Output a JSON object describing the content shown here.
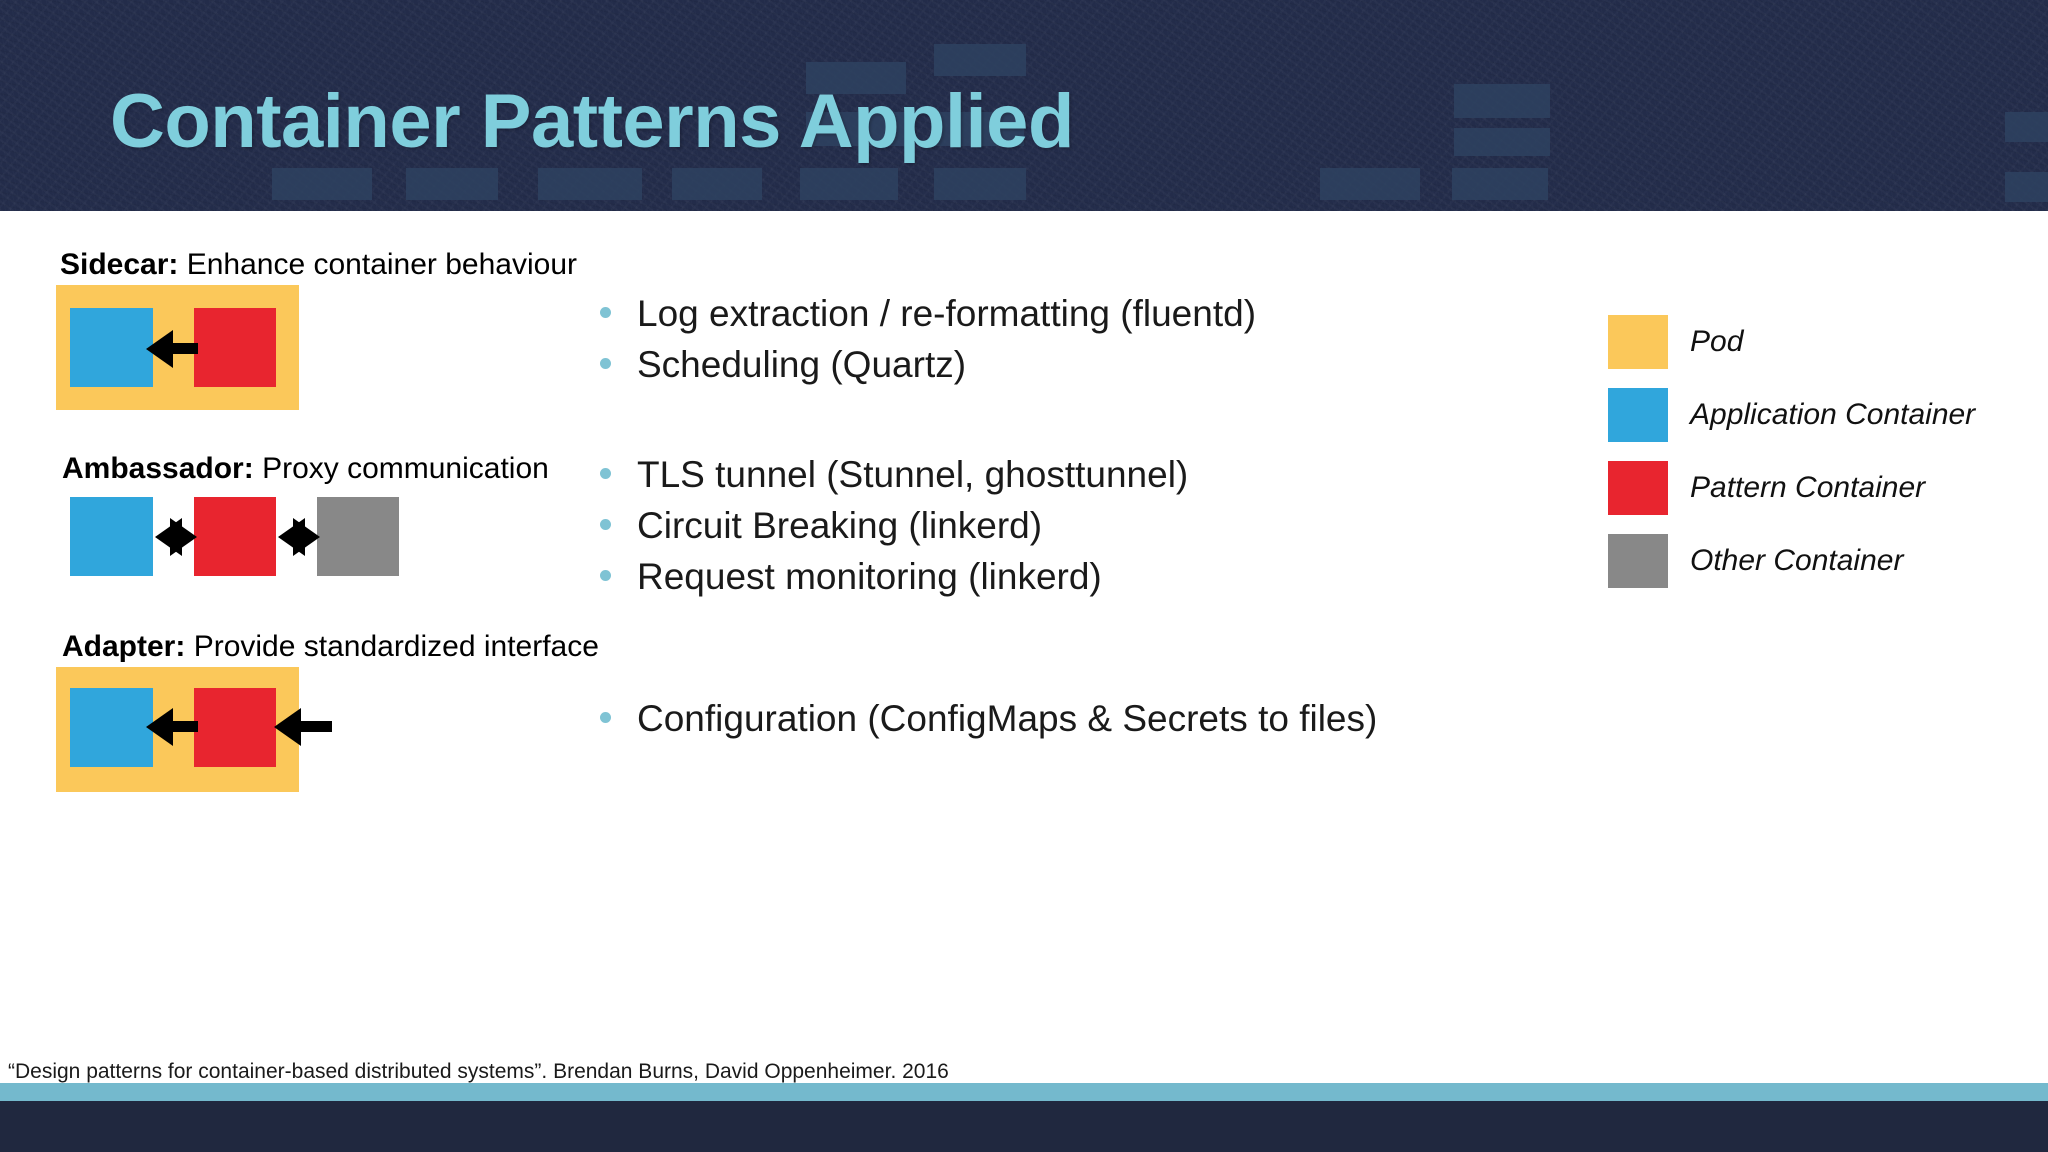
{
  "header": {
    "title": "Container Patterns Applied",
    "bg_color": "#232c4a",
    "title_color": "#7fcedc",
    "block_color": "#2e4260"
  },
  "palette": {
    "pod": "#fbc85a",
    "application_container": "#30a6dc",
    "pattern_container": "#e8252f",
    "other_container": "#888888",
    "bullet_dot": "#7fc3d4",
    "accent_bar": "#74b9cd",
    "footer_bar": "#20283f"
  },
  "patterns": [
    {
      "name": "Sidecar:",
      "description": "Enhance container behaviour",
      "has_pod": true,
      "boxes": [
        "application",
        "pattern"
      ],
      "arrows": "pattern-to-application"
    },
    {
      "name": "Ambassador:",
      "description": "Proxy communication",
      "has_pod": false,
      "boxes": [
        "application",
        "pattern",
        "other"
      ],
      "arrows": "bidirectional-both"
    },
    {
      "name": "Adapter:",
      "description": "Provide standardized interface",
      "has_pod": true,
      "boxes": [
        "application",
        "pattern"
      ],
      "arrows": "external-into-pattern-into-application"
    }
  ],
  "bullet_groups": [
    {
      "items": [
        "Log extraction / re-formatting (fluentd)",
        "Scheduling (Quartz)"
      ]
    },
    {
      "items": [
        "TLS tunnel (Stunnel, ghosttunnel)",
        "Circuit Breaking (linkerd)",
        "Request monitoring (linkerd)"
      ]
    },
    {
      "items": [
        "Configuration (ConfigMaps & Secrets to files)"
      ]
    }
  ],
  "legend": {
    "items": [
      {
        "label": "Pod",
        "color": "#fbc85a"
      },
      {
        "label": "Application Container",
        "color": "#30a6dc"
      },
      {
        "label": "Pattern Container",
        "color": "#e8252f"
      },
      {
        "label": "Other Container",
        "color": "#888888"
      }
    ]
  },
  "citation": "“Design patterns for container-based distributed systems”. Brendan Burns, David Oppenheimer. 2016"
}
